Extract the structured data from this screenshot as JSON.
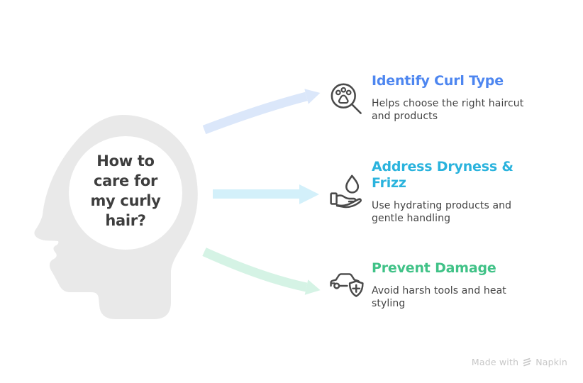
{
  "head": {
    "question_lines": [
      "How to",
      "care for",
      "my curly",
      "hair?"
    ],
    "fill": "#e9e9e9",
    "text_color": "#3e3e3e"
  },
  "items": [
    {
      "title": "Identify Curl Type",
      "description": "Helps choose the right haircut and products",
      "title_color": "#4d86f0",
      "arrow_color": "#dbe7fa",
      "icon": "paw-magnifier-icon"
    },
    {
      "title": "Address Dryness & Frizz",
      "description": "Use hydrating products and gentle handling",
      "title_color": "#2ab3dd",
      "arrow_color": "#d3f0fa",
      "icon": "hand-water-drop-icon"
    },
    {
      "title": "Prevent Damage",
      "description": "Avoid harsh tools and heat styling",
      "title_color": "#40c287",
      "arrow_color": "#d5f3e5",
      "icon": "car-shield-plus-icon"
    }
  ],
  "colors": {
    "icon_stroke": "#4a4a4a",
    "description_text": "#434343",
    "watermark": "#c7c7c7"
  },
  "watermark": {
    "prefix": "Made with",
    "brand": "Napkin"
  }
}
